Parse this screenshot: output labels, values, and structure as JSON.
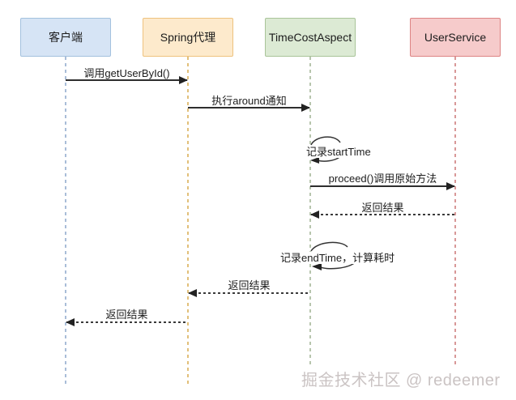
{
  "diagram": {
    "type": "uml-sequence-diagram",
    "actors": [
      {
        "label": "客户端",
        "fill": "#d6e4f5",
        "border": "#a3c1de",
        "lifeline_color": "#a9bdd8"
      },
      {
        "label": "Spring代理",
        "fill": "#fdeacc",
        "border": "#eec27e",
        "lifeline_color": "#e2c07a"
      },
      {
        "label": "TimeCostAspect",
        "fill": "#dcead4",
        "border": "#a9c499",
        "lifeline_color": "#b7c5ad"
      },
      {
        "label": "UserService",
        "fill": "#f6cbcb",
        "border": "#dd8484",
        "lifeline_color": "#d89898"
      }
    ],
    "messages": [
      {
        "label": "调用getUserById()",
        "from": "客户端",
        "to": "Spring代理",
        "line": "solid"
      },
      {
        "label": "执行around通知",
        "from": "Spring代理",
        "to": "TimeCostAspect",
        "line": "solid"
      },
      {
        "label": "记录startTime",
        "from": "TimeCostAspect",
        "to": "TimeCostAspect",
        "line": "self-loop"
      },
      {
        "label": "proceed()调用原始方法",
        "from": "TimeCostAspect",
        "to": "UserService",
        "line": "solid"
      },
      {
        "label": "返回结果",
        "from": "UserService",
        "to": "TimeCostAspect",
        "line": "dashed"
      },
      {
        "label": "记录endTime，计算耗时",
        "from": "TimeCostAspect",
        "to": "TimeCostAspect",
        "line": "self-loop"
      },
      {
        "label": "返回结果",
        "from": "TimeCostAspect",
        "to": "Spring代理",
        "line": "dashed"
      },
      {
        "label": "返回结果",
        "from": "Spring代理",
        "to": "客户端",
        "line": "dashed"
      }
    ],
    "watermark": "掘金技术社区 @ redeemer"
  }
}
